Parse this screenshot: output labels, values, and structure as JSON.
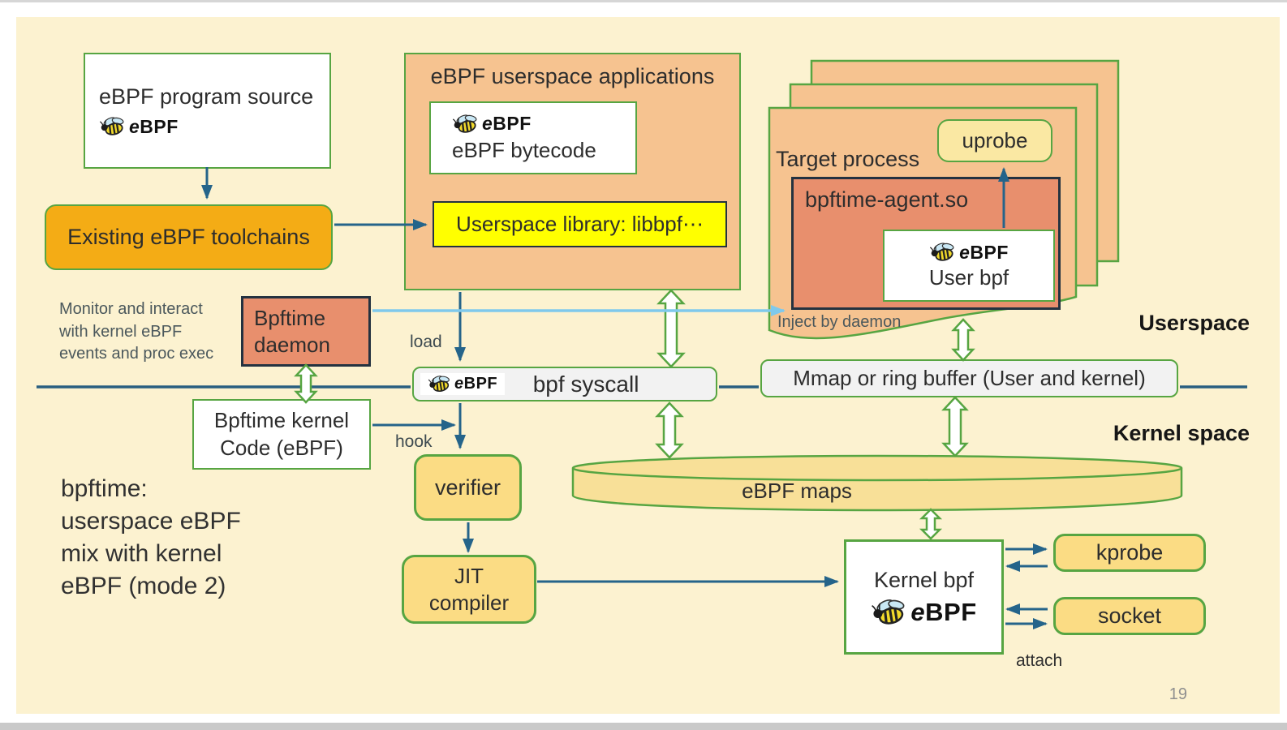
{
  "page_number": "19",
  "logo_text": "eBPF",
  "region_labels": {
    "userspace": "Userspace",
    "kernel_space": "Kernel space"
  },
  "side_note": {
    "lines": [
      "bpftime:",
      "userspace eBPF",
      "mix with kernel",
      "eBPF (mode 2)"
    ]
  },
  "daemon_note": {
    "lines": [
      "Monitor and interact",
      "with kernel eBPF",
      "events and proc exec"
    ]
  },
  "annotations": {
    "load": "load",
    "hook": "hook",
    "attach": "attach",
    "inject": "Inject by daemon"
  },
  "nodes": {
    "program_source": "eBPF program source",
    "toolchains": "Existing eBPF toolchains",
    "userspace_apps_title": "eBPF userspace applications",
    "bytecode": "eBPF bytecode",
    "userspace_library": "Userspace library: libbpf⋯",
    "target_process_title": "Target process",
    "uprobe": "uprobe",
    "agent": "bpftime-agent.so",
    "user_bpf": "User bpf",
    "daemon": "Bpftime daemon",
    "bpf_syscall": "bpf syscall",
    "mmap_ring_buffer": "Mmap or ring buffer (User and kernel)",
    "bpftime_kernel_code": "Bpftime kernel Code (eBPF)",
    "verifier": "verifier",
    "jit_compiler": "JIT compiler",
    "ebpf_maps": "eBPF maps",
    "kernel_bpf": "Kernel bpf",
    "kprobe": "kprobe",
    "socket": "socket"
  },
  "colors": {
    "slide_background": "#FCF2D0",
    "green_border": "#57A542",
    "teal_arrow": "#25648A",
    "light_blue_arrow": "#7FC9EC",
    "peach_fill": "#F6C390",
    "salmon_fill": "#E88F6D",
    "gold_fill": "#FBDC84",
    "amber_fill": "#F4AC15",
    "yellow_fill": "#FFFF00",
    "gray_fill": "#F2F2F2"
  }
}
